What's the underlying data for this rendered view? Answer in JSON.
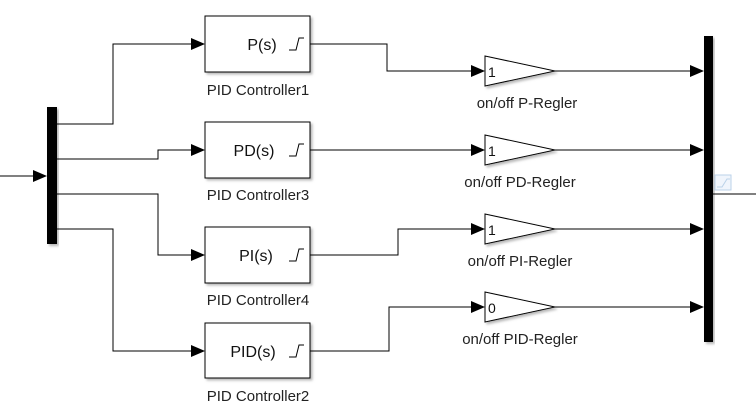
{
  "diagram": {
    "controllers": [
      {
        "name": "PID Controller1",
        "transfer": "P(s)"
      },
      {
        "name": "PID Controller3",
        "transfer": "PD(s)"
      },
      {
        "name": "PID Controller4",
        "transfer": "PI(s)"
      },
      {
        "name": "PID Controller2",
        "transfer": "PID(s)"
      }
    ],
    "gains": [
      {
        "name": "on/off P-Regler",
        "value": "1"
      },
      {
        "name": "on/off PD-Regler",
        "value": "1"
      },
      {
        "name": "on/off PI-Regler",
        "value": "1"
      },
      {
        "name": "on/off PID-Regler",
        "value": "0"
      }
    ],
    "colors": {
      "line": "#000000",
      "block_fill": "#ffffff",
      "bar": "#000000",
      "indicator": "#9fbfe0"
    }
  }
}
